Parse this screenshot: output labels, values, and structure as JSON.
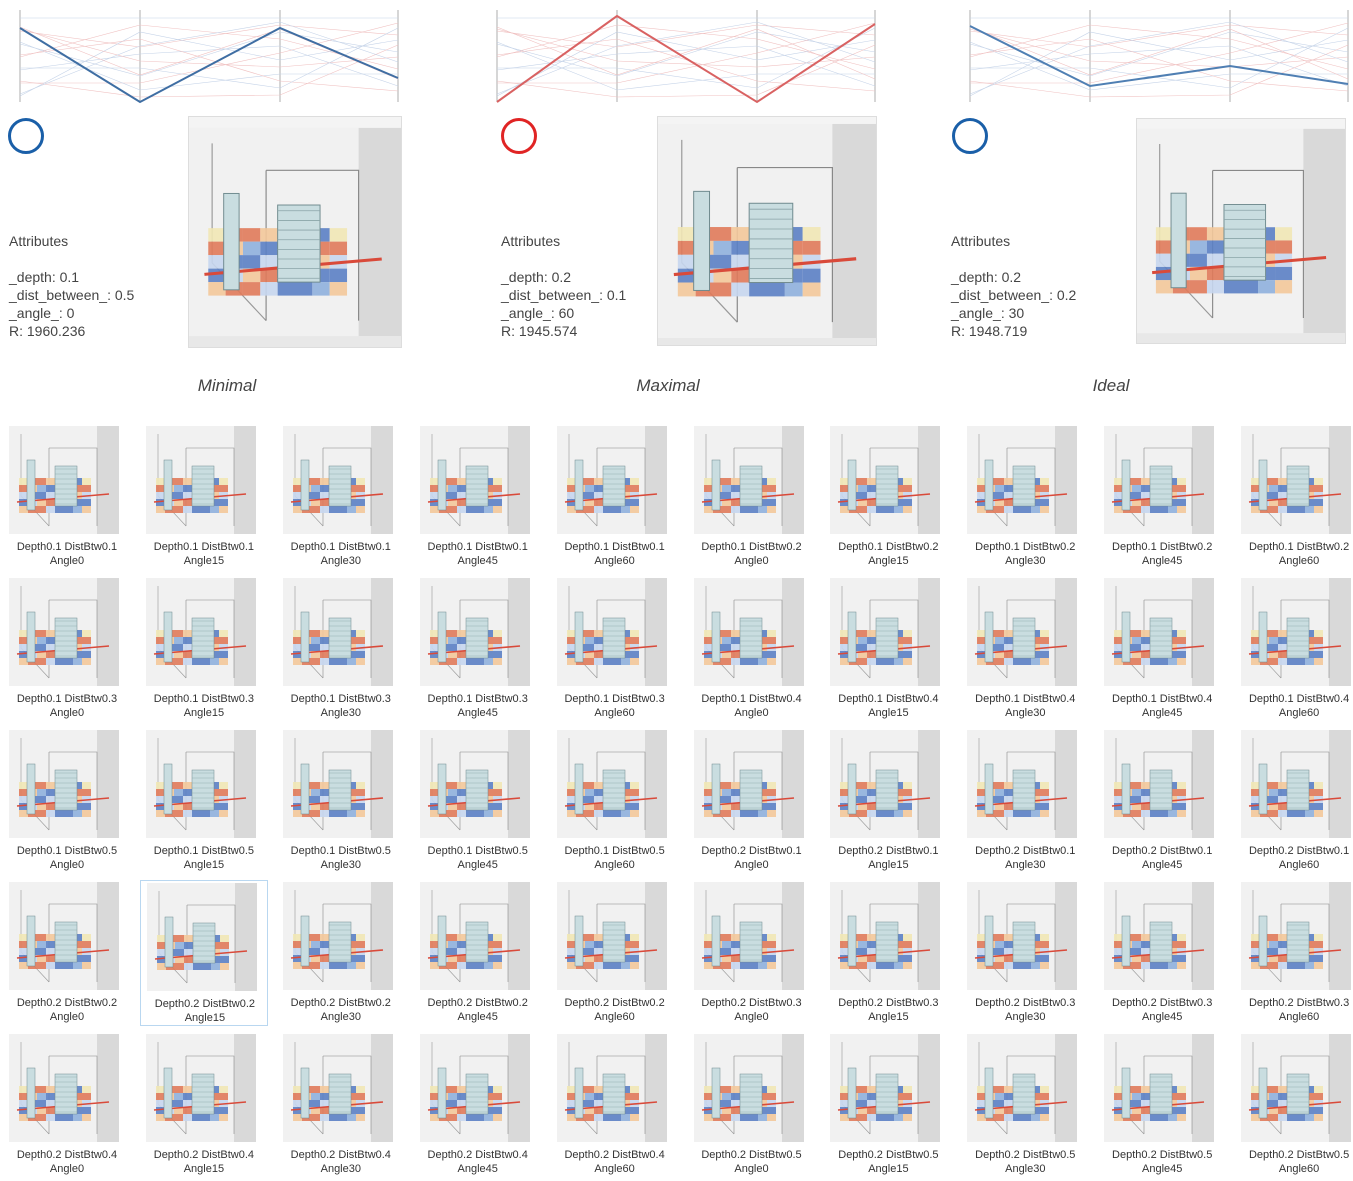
{
  "panels": [
    {
      "caption": "Minimal",
      "circle_color": "#1a5fa8",
      "line_color": "#3f6ea3",
      "attributes_title": "Attributes",
      "depth": "_depth: 0.1",
      "dist": "_dist_between_: 0.5",
      "angle": "_angle_: 0",
      "r": "R: 1960.236"
    },
    {
      "caption": "Maximal",
      "circle_color": "#e02424",
      "line_color": "#d96262",
      "attributes_title": "Attributes",
      "depth": "_depth: 0.2",
      "dist": "_dist_between_: 0.1",
      "angle": "_angle_: 60",
      "r": "R: 1945.574"
    },
    {
      "caption": "Ideal",
      "circle_color": "#1a5fa8",
      "line_color": "#4f7fb3",
      "attributes_title": "Attributes",
      "depth": "_depth: 0.2",
      "dist": "_dist_between_: 0.2",
      "angle": "_angle_: 30",
      "r": "R: 1948.719"
    }
  ],
  "grid": [
    [
      "Depth0.1  DistBtw0.1",
      "Angle0"
    ],
    [
      "Depth0.1  DistBtw0.1",
      "Angle15"
    ],
    [
      "Depth0.1  DistBtw0.1",
      "Angle30"
    ],
    [
      "Depth0.1  DistBtw0.1",
      "Angle45"
    ],
    [
      "Depth0.1  DistBtw0.1",
      "Angle60"
    ],
    [
      "Depth0.1  DistBtw0.2",
      "Angle0"
    ],
    [
      "Depth0.1  DistBtw0.2",
      "Angle15"
    ],
    [
      "Depth0.1  DistBtw0.2",
      "Angle30"
    ],
    [
      "Depth0.1  DistBtw0.2",
      "Angle45"
    ],
    [
      "Depth0.1  DistBtw0.2",
      "Angle60"
    ],
    [
      "Depth0.1  DistBtw0.3",
      "Angle0"
    ],
    [
      "Depth0.1  DistBtw0.3",
      "Angle15"
    ],
    [
      "Depth0.1  DistBtw0.3",
      "Angle30"
    ],
    [
      "Depth0.1  DistBtw0.3",
      "Angle45"
    ],
    [
      "Depth0.1  DistBtw0.3",
      "Angle60"
    ],
    [
      "Depth0.1  DistBtw0.4",
      "Angle0"
    ],
    [
      "Depth0.1  DistBtw0.4",
      "Angle15"
    ],
    [
      "Depth0.1  DistBtw0.4",
      "Angle30"
    ],
    [
      "Depth0.1  DistBtw0.4",
      "Angle45"
    ],
    [
      "Depth0.1  DistBtw0.4",
      "Angle60"
    ],
    [
      "Depth0.1  DistBtw0.5",
      "Angle0"
    ],
    [
      "Depth0.1  DistBtw0.5",
      "Angle15"
    ],
    [
      "Depth0.1  DistBtw0.5",
      "Angle30"
    ],
    [
      "Depth0.1  DistBtw0.5",
      "Angle45"
    ],
    [
      "Depth0.1  DistBtw0.5",
      "Angle60"
    ],
    [
      "Depth0.2  DistBtw0.1",
      "Angle0"
    ],
    [
      "Depth0.2  DistBtw0.1",
      "Angle15"
    ],
    [
      "Depth0.2  DistBtw0.1",
      "Angle30"
    ],
    [
      "Depth0.2  DistBtw0.1",
      "Angle45"
    ],
    [
      "Depth0.2  DistBtw0.1",
      "Angle60"
    ],
    [
      "Depth0.2  DistBtw0.2",
      "Angle0"
    ],
    [
      "Depth0.2  DistBtw0.2",
      "Angle15"
    ],
    [
      "Depth0.2  DistBtw0.2",
      "Angle30"
    ],
    [
      "Depth0.2  DistBtw0.2",
      "Angle45"
    ],
    [
      "Depth0.2  DistBtw0.2",
      "Angle60"
    ],
    [
      "Depth0.2  DistBtw0.3",
      "Angle0"
    ],
    [
      "Depth0.2  DistBtw0.3",
      "Angle15"
    ],
    [
      "Depth0.2  DistBtw0.3",
      "Angle30"
    ],
    [
      "Depth0.2  DistBtw0.3",
      "Angle45"
    ],
    [
      "Depth0.2  DistBtw0.3",
      "Angle60"
    ],
    [
      "Depth0.2  DistBtw0.4",
      "Angle0"
    ],
    [
      "Depth0.2  DistBtw0.4",
      "Angle15"
    ],
    [
      "Depth0.2  DistBtw0.4",
      "Angle30"
    ],
    [
      "Depth0.2  DistBtw0.4",
      "Angle45"
    ],
    [
      "Depth0.2  DistBtw0.4",
      "Angle60"
    ],
    [
      "Depth0.2  DistBtw0.5",
      "Angle0"
    ],
    [
      "Depth0.2  DistBtw0.5",
      "Angle15"
    ],
    [
      "Depth0.2  DistBtw0.5",
      "Angle30"
    ],
    [
      "Depth0.2  DistBtw0.5",
      "Angle45"
    ],
    [
      "Depth0.2  DistBtw0.5",
      "Angle60"
    ]
  ],
  "selected_cell": 31
}
